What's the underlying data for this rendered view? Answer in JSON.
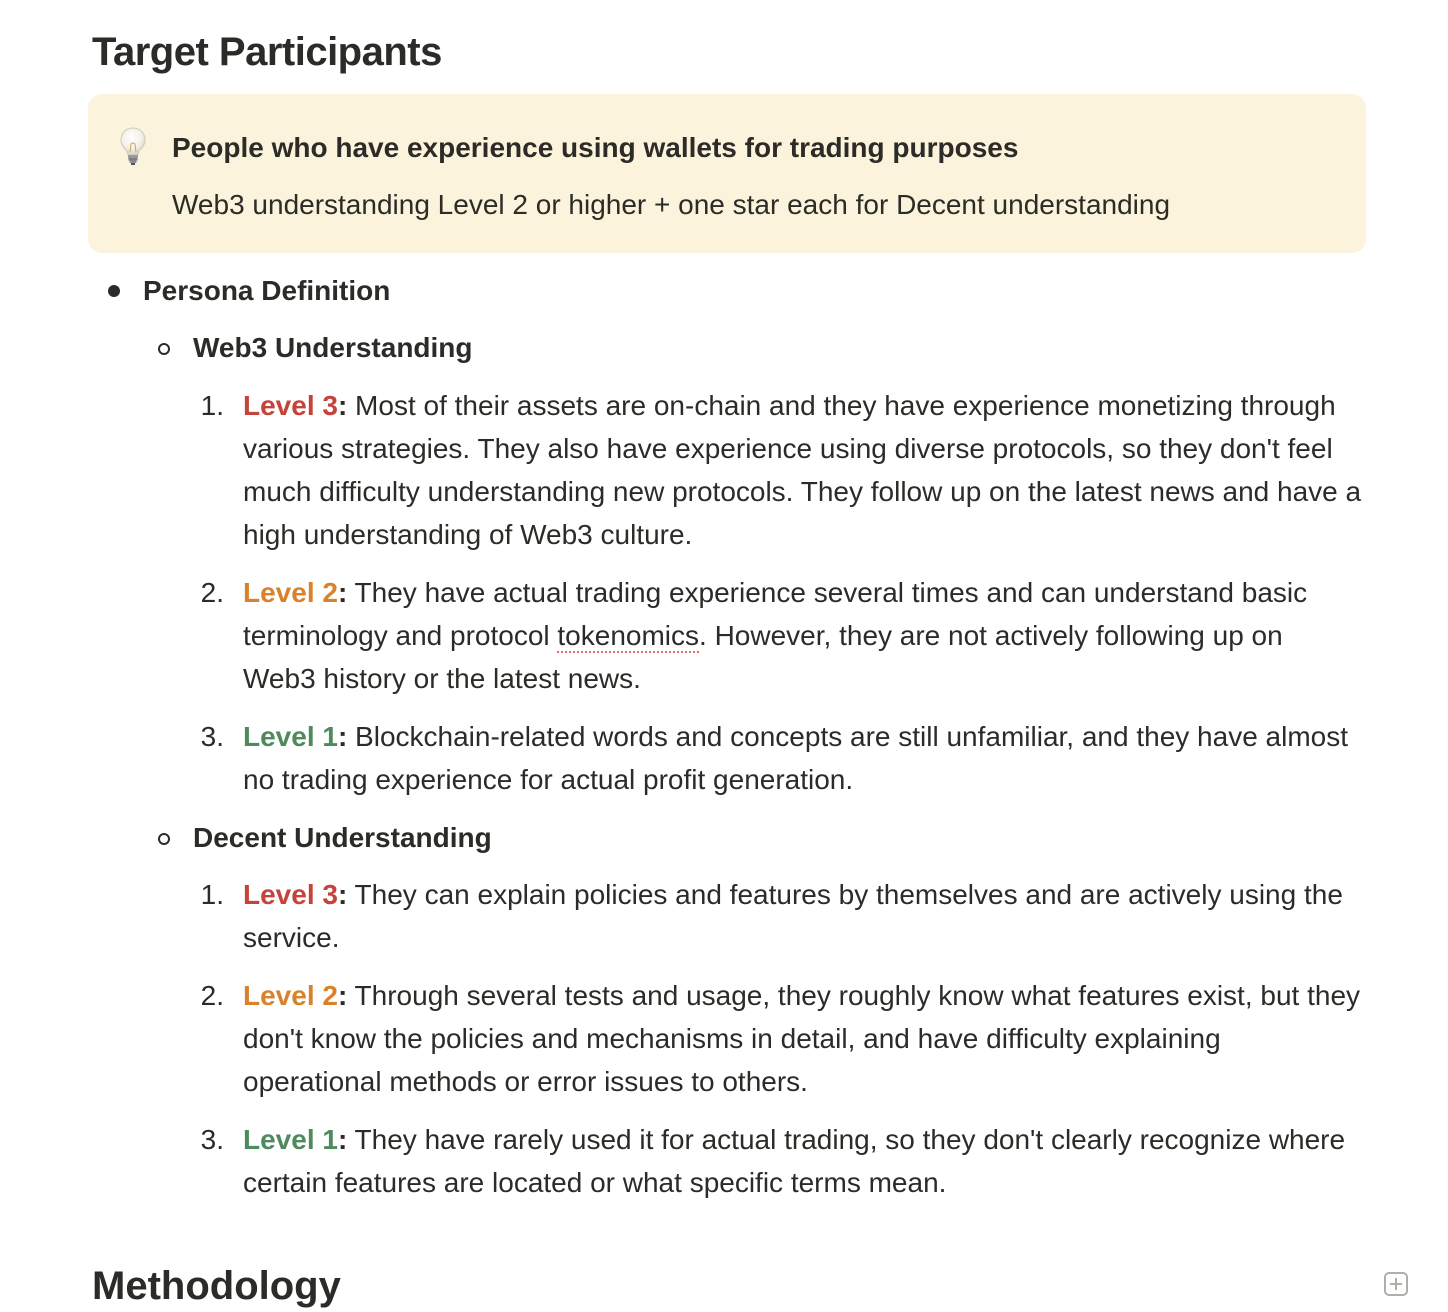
{
  "page": {
    "title": "Target Participants"
  },
  "callout": {
    "icon": "lightbulb-icon",
    "title": "People who have experience using wallets for trading purposes",
    "body": "Web3 understanding Level 2 or higher + one star each for Decent understanding",
    "background": "#fbf3db"
  },
  "persona": {
    "heading": "Persona Definition",
    "web3": {
      "heading": "Web3 Understanding",
      "items": [
        {
          "number": "1.",
          "level": "Level 3",
          "colon": ":",
          "text_before": " Most of their assets are on-chain and they have experience monetizing through various strategies. They also have experience using diverse protocols, so they don't feel much difficulty understanding new protocols. They follow up on the latest news and have a high understanding of Web3 culture."
        },
        {
          "number": "2.",
          "level": "Level 2",
          "colon": ":",
          "text_before": " They have actual trading experience several times and can understand basic terminology and protocol ",
          "flagged_word": "tokenomics",
          "text_after": ". However, they are not actively following up on Web3 history or the latest news."
        },
        {
          "number": "3.",
          "level": "Level 1",
          "colon": ":",
          "text_before": " Blockchain-related words and concepts are still unfamiliar, and they have almost no trading experience for actual profit generation."
        }
      ]
    },
    "decent": {
      "heading": "Decent Understanding",
      "items": [
        {
          "number": "1.",
          "level": "Level 3",
          "colon": ":",
          "text_before": " They can explain policies and features by themselves and are actively using the service."
        },
        {
          "number": "2.",
          "level": "Level 2",
          "colon": ":",
          "text_before": " Through several tests and usage, they roughly know what features exist, but they don't know the policies and mechanisms in detail, and have difficulty explaining operational methods or error issues to others."
        },
        {
          "number": "3.",
          "level": "Level 1",
          "colon": ":",
          "text_before": " They have rarely used it for actual trading, so they don't clearly recognize where certain features are located or what specific terms mean."
        }
      ]
    }
  },
  "next_section": {
    "title": "Methodology"
  },
  "colors": {
    "level_3": "#c4443c",
    "level_2": "#d9822b",
    "level_1": "#4f8a5e",
    "text": "#2c2b27"
  }
}
